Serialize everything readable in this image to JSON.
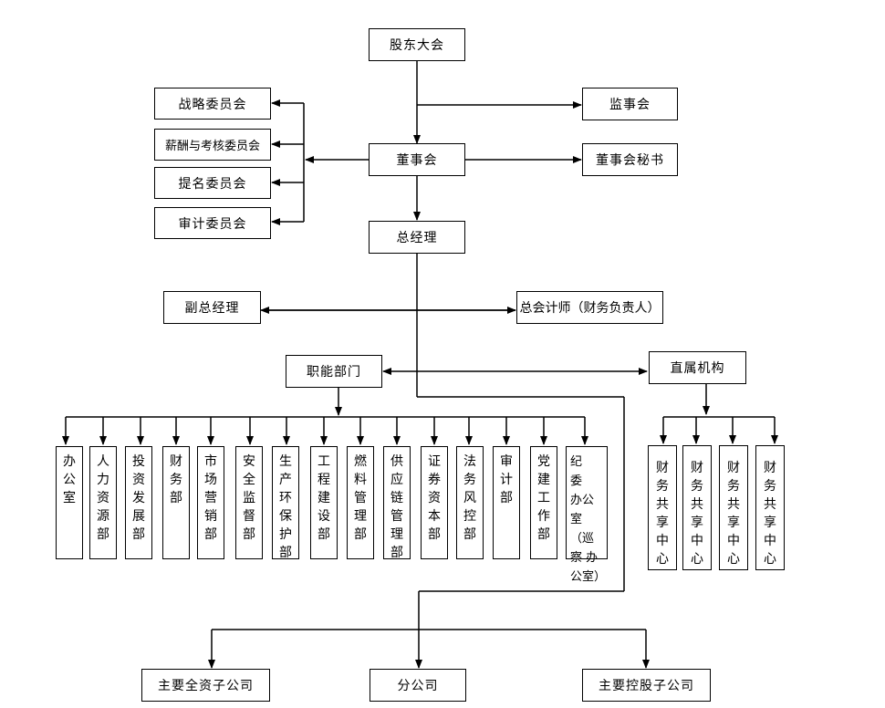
{
  "top": {
    "shareholders": "股东大会",
    "supervisors": "监事会",
    "board": "董事会",
    "board_secretary": "董事会秘书",
    "gm": "总经理"
  },
  "committees": [
    "战略委员会",
    "薪酬与考核委员会",
    "提名委员会",
    "审计委员会"
  ],
  "management": {
    "deputy_gm": "副总经理",
    "chief_accountant": "总会计师（财务负责人）"
  },
  "functional": {
    "title": "职能部门",
    "departments": [
      "办公室",
      "人力资源部",
      "投资发展部",
      "财务部",
      "市场营销部",
      "安全监督部",
      "生产环保护部",
      "工程建设部",
      "燃料管理部",
      "供应链管理部",
      "证券资本部",
      "法务风控部",
      "审计部",
      "党建工作部"
    ],
    "discipline": {
      "rows": [
        "纪　委",
        "办公",
        "室（巡",
        "察 办",
        "公室）"
      ]
    }
  },
  "direct": {
    "title": "直属机构",
    "units": [
      "财务共享中心",
      "财务共享中心",
      "财务共享中心",
      "财务共享中心"
    ]
  },
  "subsidiaries": [
    "主要全资子公司",
    "分公司",
    "主要控股子公司"
  ]
}
